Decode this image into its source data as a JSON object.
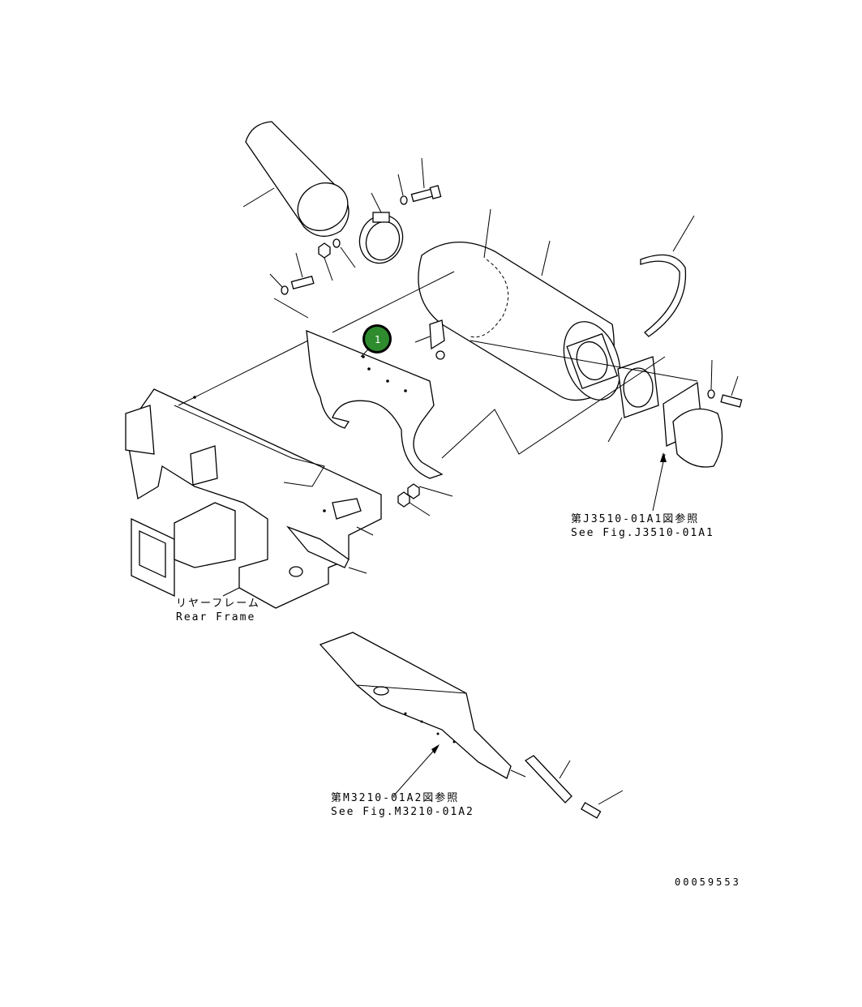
{
  "callout": {
    "number": "1",
    "color": "#2e8b2e",
    "ring": "#000000"
  },
  "labels": {
    "rear_frame_jp": "リヤーフレーム",
    "rear_frame_en": "Rear Frame",
    "ref_j3510_jp": "第J3510-01A1図参照",
    "ref_j3510_en": "See Fig.J3510-01A1",
    "ref_m3210_jp": "第M3210-01A2図参照",
    "ref_m3210_en": "See Fig.M3210-01A2",
    "drawing_number": "00059553"
  }
}
